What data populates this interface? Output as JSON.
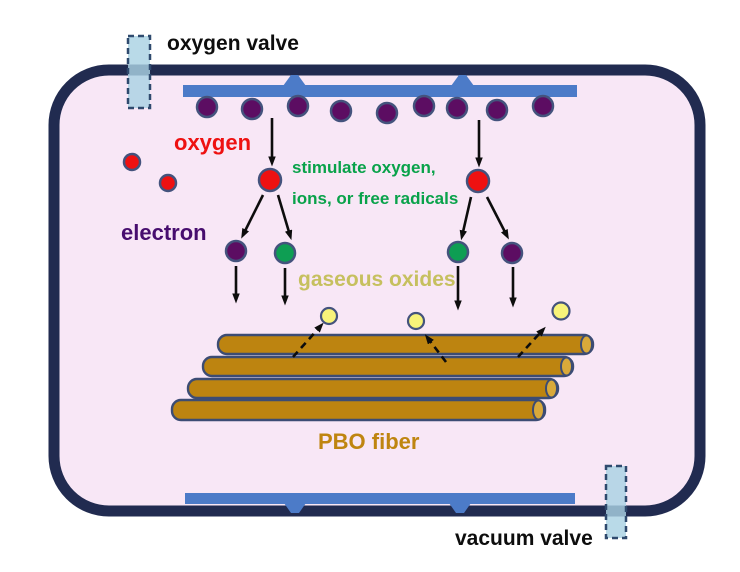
{
  "labels": {
    "oxygen_valve": "oxygen valve",
    "vacuum_valve": "vacuum valve",
    "oxygen": "oxygen",
    "electron": "electron",
    "stimulate_line1": "stimulate oxygen,",
    "stimulate_line2": "ions, or free radicals",
    "gaseous_oxides": "gaseous oxides",
    "pbo_fiber": "PBO fiber"
  },
  "colors": {
    "chamber_wall": "#212b50",
    "chamber_fill": "#f8e7f6",
    "electrode_blue": "#4c7bc8",
    "valve_fill": "#a9d2e3",
    "valve_border": "#2f4a6e",
    "oxygen_red": "#ee1111",
    "electron_purple": "#5c0d62",
    "ion_green": "#0e9e53",
    "oxide_yellow": "#f7f37a",
    "fiber_brown": "#bd8410",
    "fiber_end": "#d9a93a",
    "dot_outline": "#44537d",
    "arrow_black": "#0d0d0d"
  },
  "particles": {
    "electrons_under_electrode": 9,
    "free_oxygen_molecules": 2,
    "stimulated_oxygen_molecules": 2,
    "electron_products": 2,
    "ion_radical_products": 2,
    "gaseous_oxide_molecules": 3,
    "fiber_rod_count": 4
  }
}
